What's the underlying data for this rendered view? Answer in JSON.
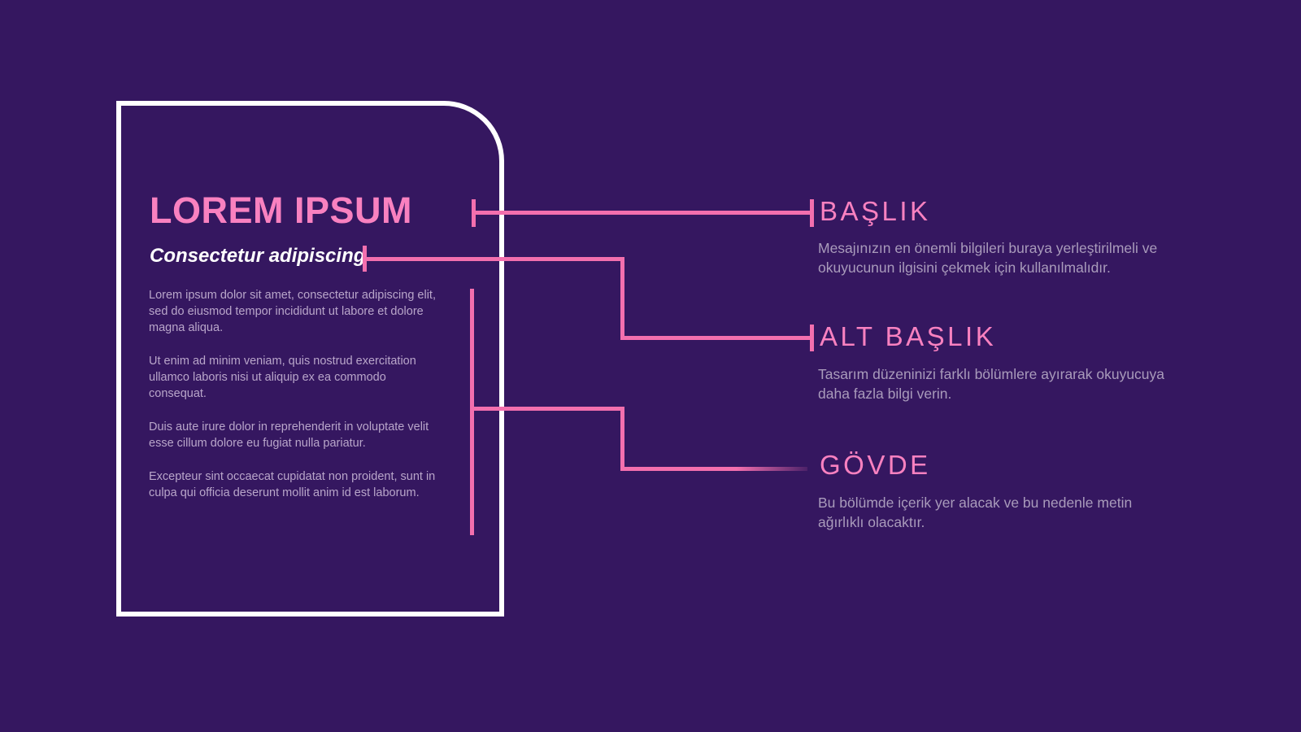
{
  "theme": {
    "background": "#351760",
    "accent_pink": "#f36fae",
    "heading_pink": "#f981c0",
    "frame_white": "#ffffff",
    "body_text": "#b9a6ca",
    "desc_text": "#a99bbb"
  },
  "card": {
    "title": "LOREM IPSUM",
    "subtitle": "Consectetur adipiscing",
    "paragraphs": [
      "Lorem ipsum dolor sit amet, consectetur adipiscing elit, sed do eiusmod tempor incididunt ut labore et dolore magna aliqua.",
      "Ut enim ad minim veniam, quis nostrud exercitation ullamco laboris nisi ut aliquip ex ea commodo consequat.",
      "Duis aute irure dolor in reprehenderit in voluptate velit esse cillum dolore eu fugiat nulla pariatur.",
      "Excepteur sint occaecat cupidatat non proident, sunt in culpa qui officia deserunt mollit anim id est laborum."
    ]
  },
  "annotations": [
    {
      "heading": "BAŞLIK",
      "description": "Mesajınızın en önemli bilgileri buraya yerleştirilmeli ve okuyucunun ilgisini çekmek için kullanılmalıdır."
    },
    {
      "heading": "ALT BAŞLIK",
      "description": "Tasarım düzeninizi farklı bölümlere ayırarak okuyucuya daha fazla bilgi verin."
    },
    {
      "heading": "GÖVDE",
      "description": "Bu bölümde içerik yer alacak ve bu nedenle metin ağırlıklı olacaktır."
    }
  ]
}
